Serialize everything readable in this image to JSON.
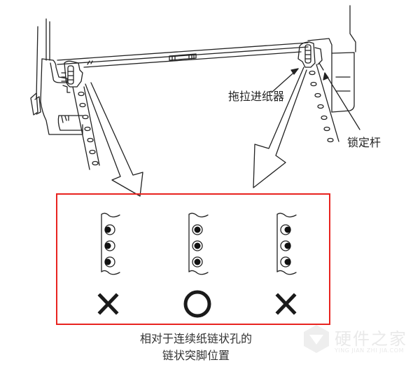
{
  "diagram": {
    "subject": "continuous-paper tractor feeder alignment",
    "callouts": {
      "tractor_label": "拖拉进纸器",
      "lock_lever_label": "锁定杆"
    },
    "comparison_panel": {
      "border_color": "#e8231f",
      "items": [
        {
          "position": "pins offset left",
          "verdict_symbol": "✕",
          "verdict": "incorrect"
        },
        {
          "position": "pins centered",
          "verdict_symbol": "○",
          "verdict": "correct"
        },
        {
          "position": "pins offset right",
          "verdict_symbol": "✕",
          "verdict": "incorrect"
        }
      ]
    },
    "caption_line1": "相对于连续纸链状孔的",
    "caption_line2": "链状突脚位置"
  },
  "watermark": {
    "title": "硬件之家",
    "subtitle": "YING JIAN ZHI JIA.COM"
  }
}
